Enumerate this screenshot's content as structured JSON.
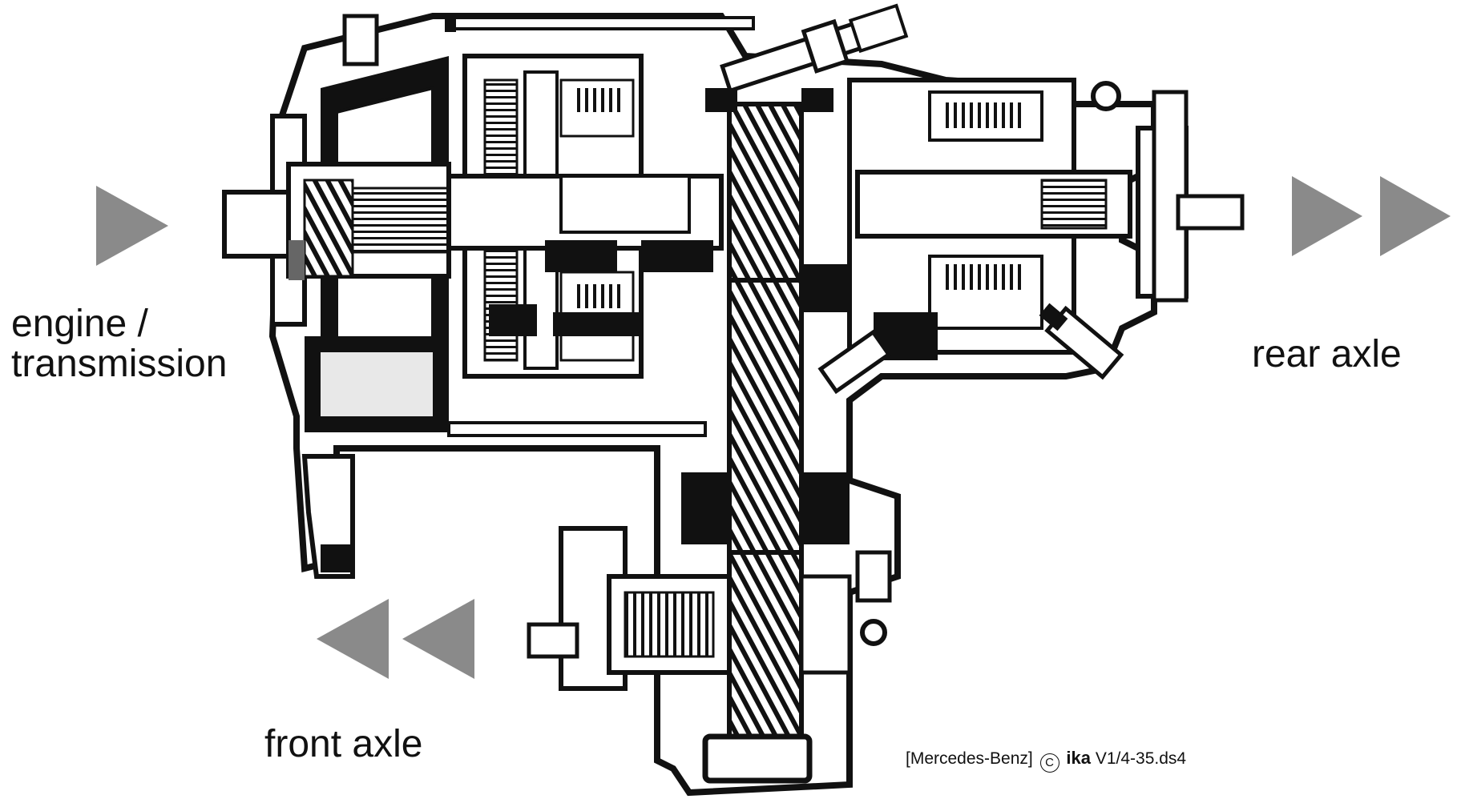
{
  "labels": {
    "input": [
      "engine /",
      "transmission"
    ],
    "rear": "rear axle",
    "front": "front axle"
  },
  "credit": {
    "source": "[Mercedes-Benz]",
    "copyright_symbol": "C",
    "org": "ika",
    "code": "V1/4-35.ds4"
  },
  "colors": {
    "arrow": "#8a8a8a",
    "metal_dark": "#111111",
    "metal_light": "#ffffff",
    "metal_mid": "#d8d8d8"
  },
  "arrows": {
    "input": "single-right-arrow",
    "rear": "double-right-arrow",
    "front": "double-left-arrow"
  }
}
